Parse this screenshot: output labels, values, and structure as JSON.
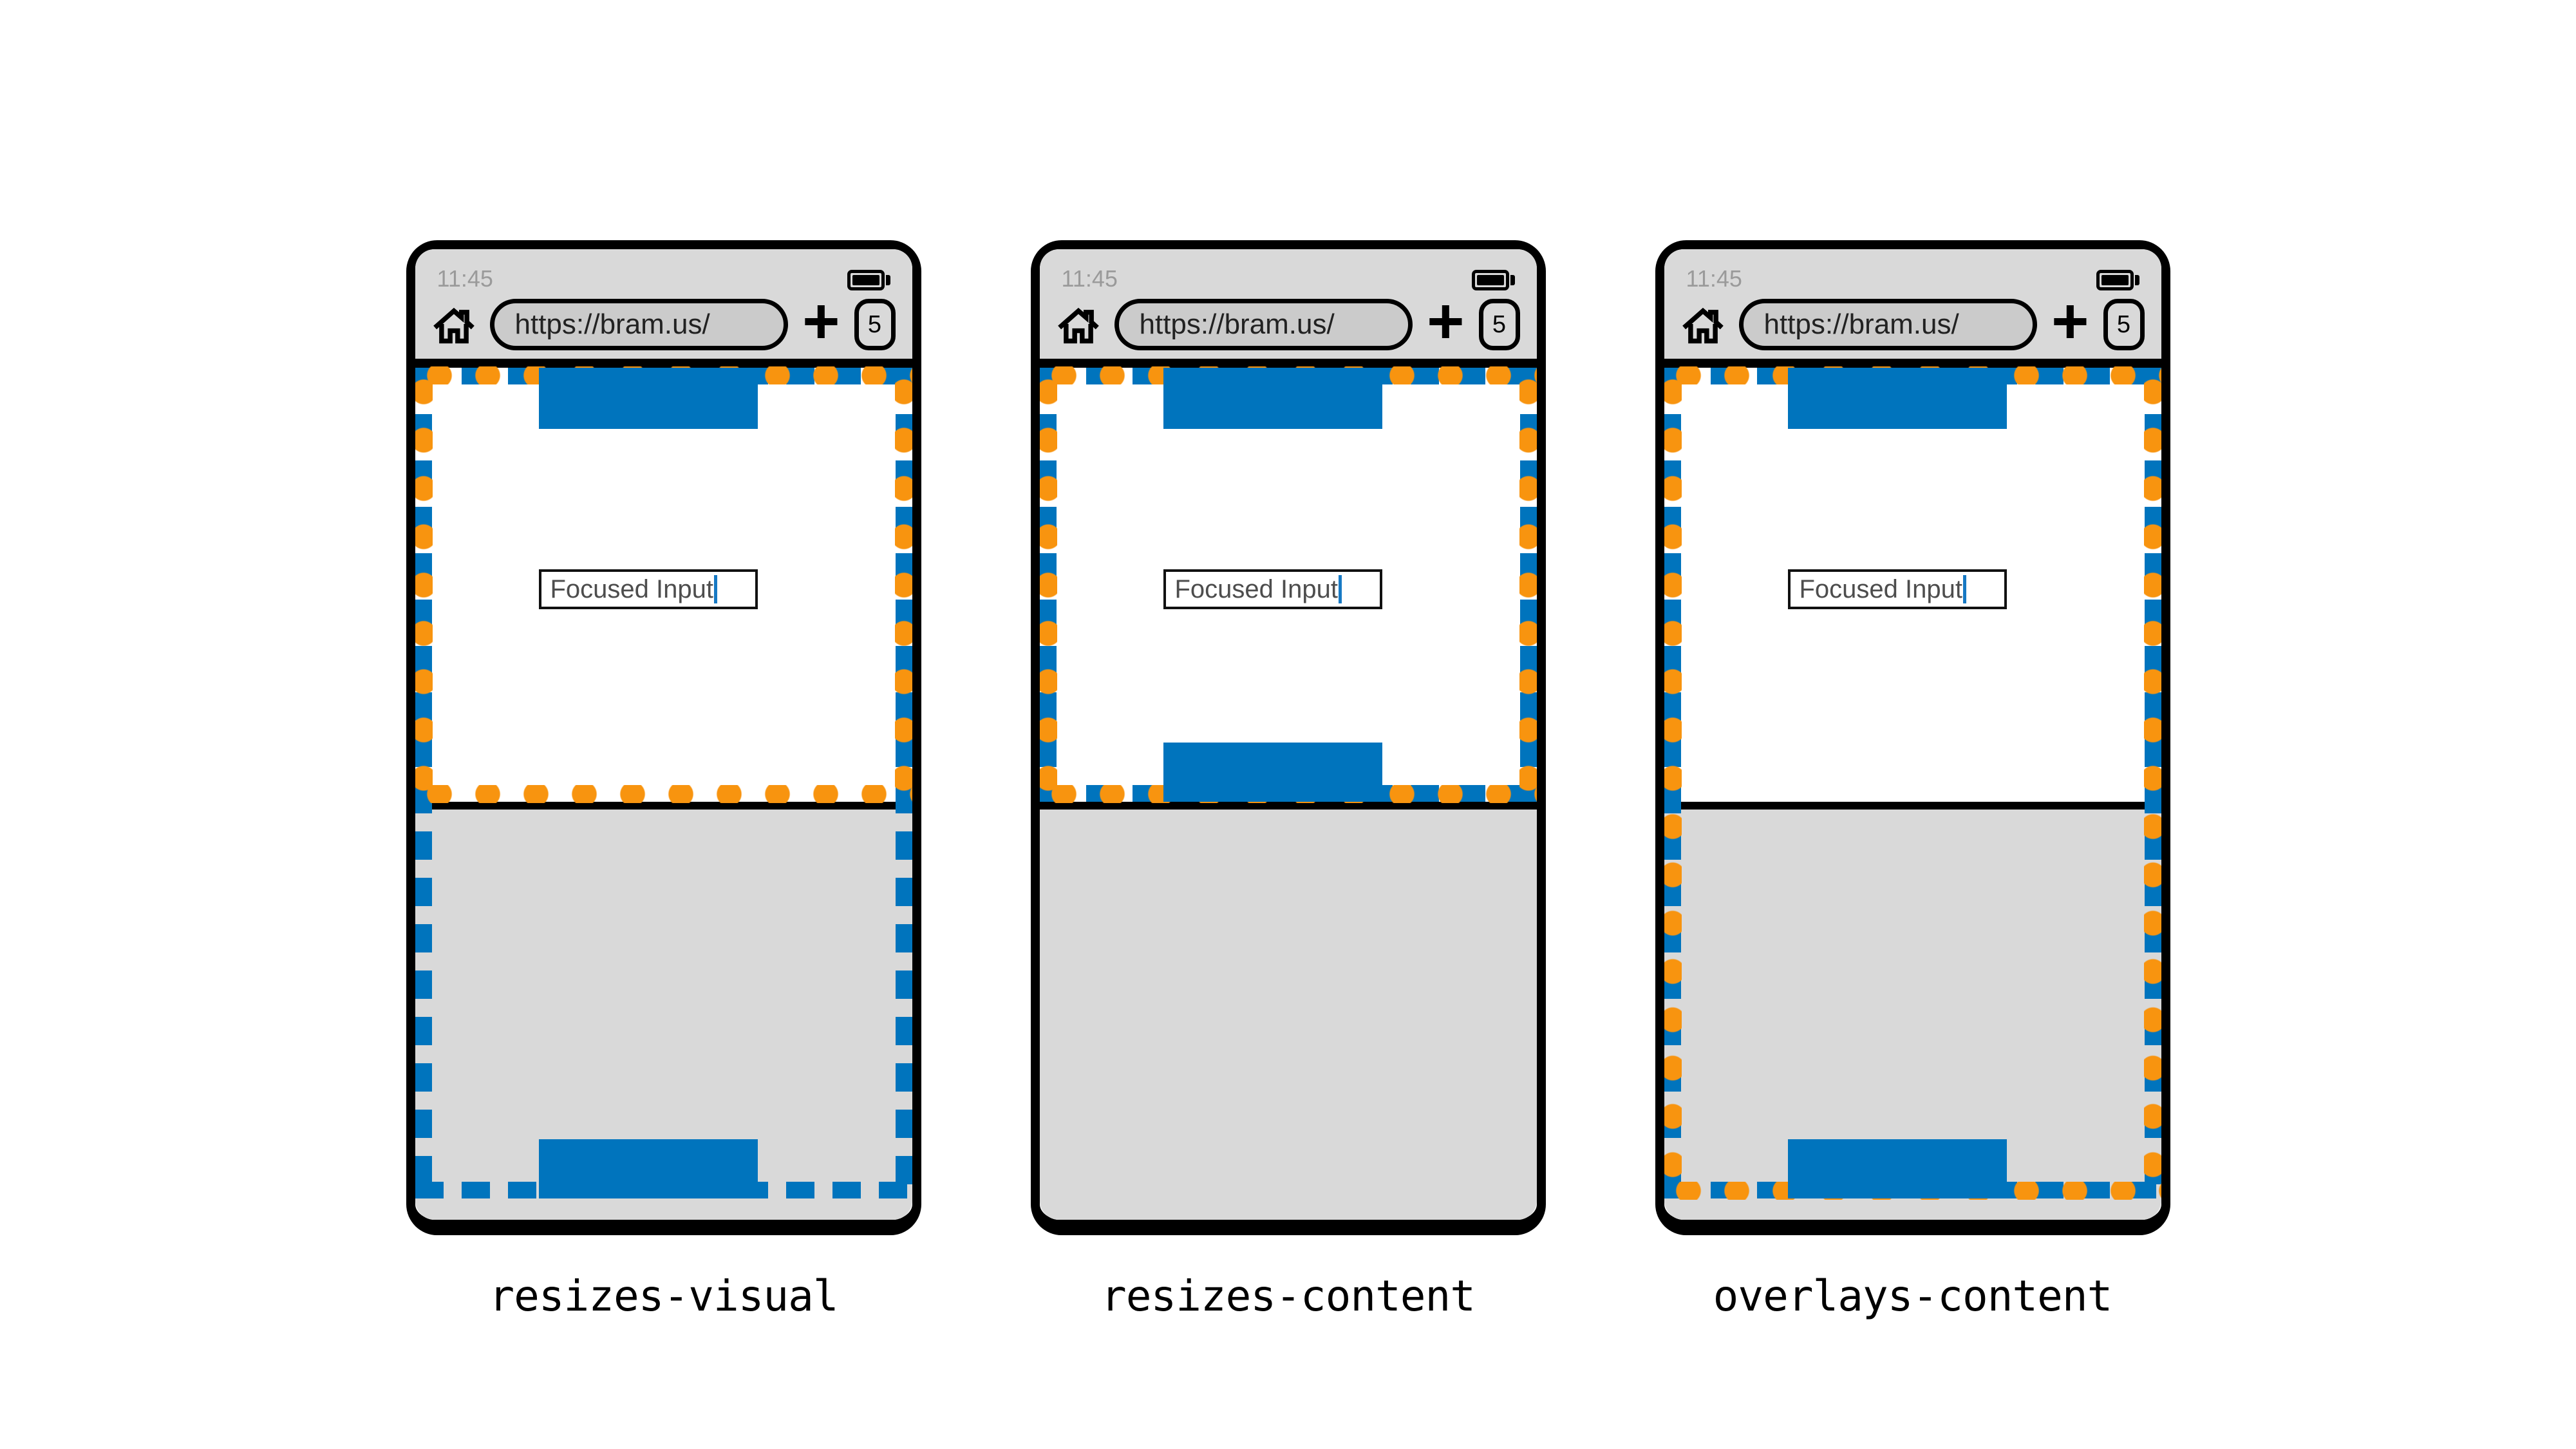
{
  "colors": {
    "viewport_dash_blue": "#0074bd",
    "visual_viewport_dot_orange": "#f8940f",
    "toolbar_gray": "#d9d9d9",
    "url_pill_gray": "#cbcbcb",
    "keyboard_gray": "#d9d9d9",
    "status_text_gray": "#9a9a9a",
    "caret_blue": "#1779c4",
    "frame_black": "#000000"
  },
  "icons": {
    "home": "house-outline",
    "new_tab_glyph": "+",
    "battery": "battery-full",
    "tab_counter": "rounded-square-with-count"
  },
  "phones": [
    {
      "label": "resizes-visual",
      "status_time": "11:45",
      "url": "https://bram.us/",
      "tab_count": "5",
      "input_value": "Focused Input",
      "layout_viewport_full_height": true,
      "visual_viewport_full_height": false,
      "footer_at_page_bottom": true
    },
    {
      "label": "resizes-content",
      "status_time": "11:45",
      "url": "https://bram.us/",
      "tab_count": "5",
      "input_value": "Focused Input",
      "layout_viewport_full_height": false,
      "visual_viewport_full_height": false,
      "footer_at_page_bottom": false
    },
    {
      "label": "overlays-content",
      "status_time": "11:45",
      "url": "https://bram.us/",
      "tab_count": "5",
      "input_value": "Focused Input",
      "layout_viewport_full_height": true,
      "visual_viewport_full_height": true,
      "footer_at_page_bottom": true
    }
  ]
}
